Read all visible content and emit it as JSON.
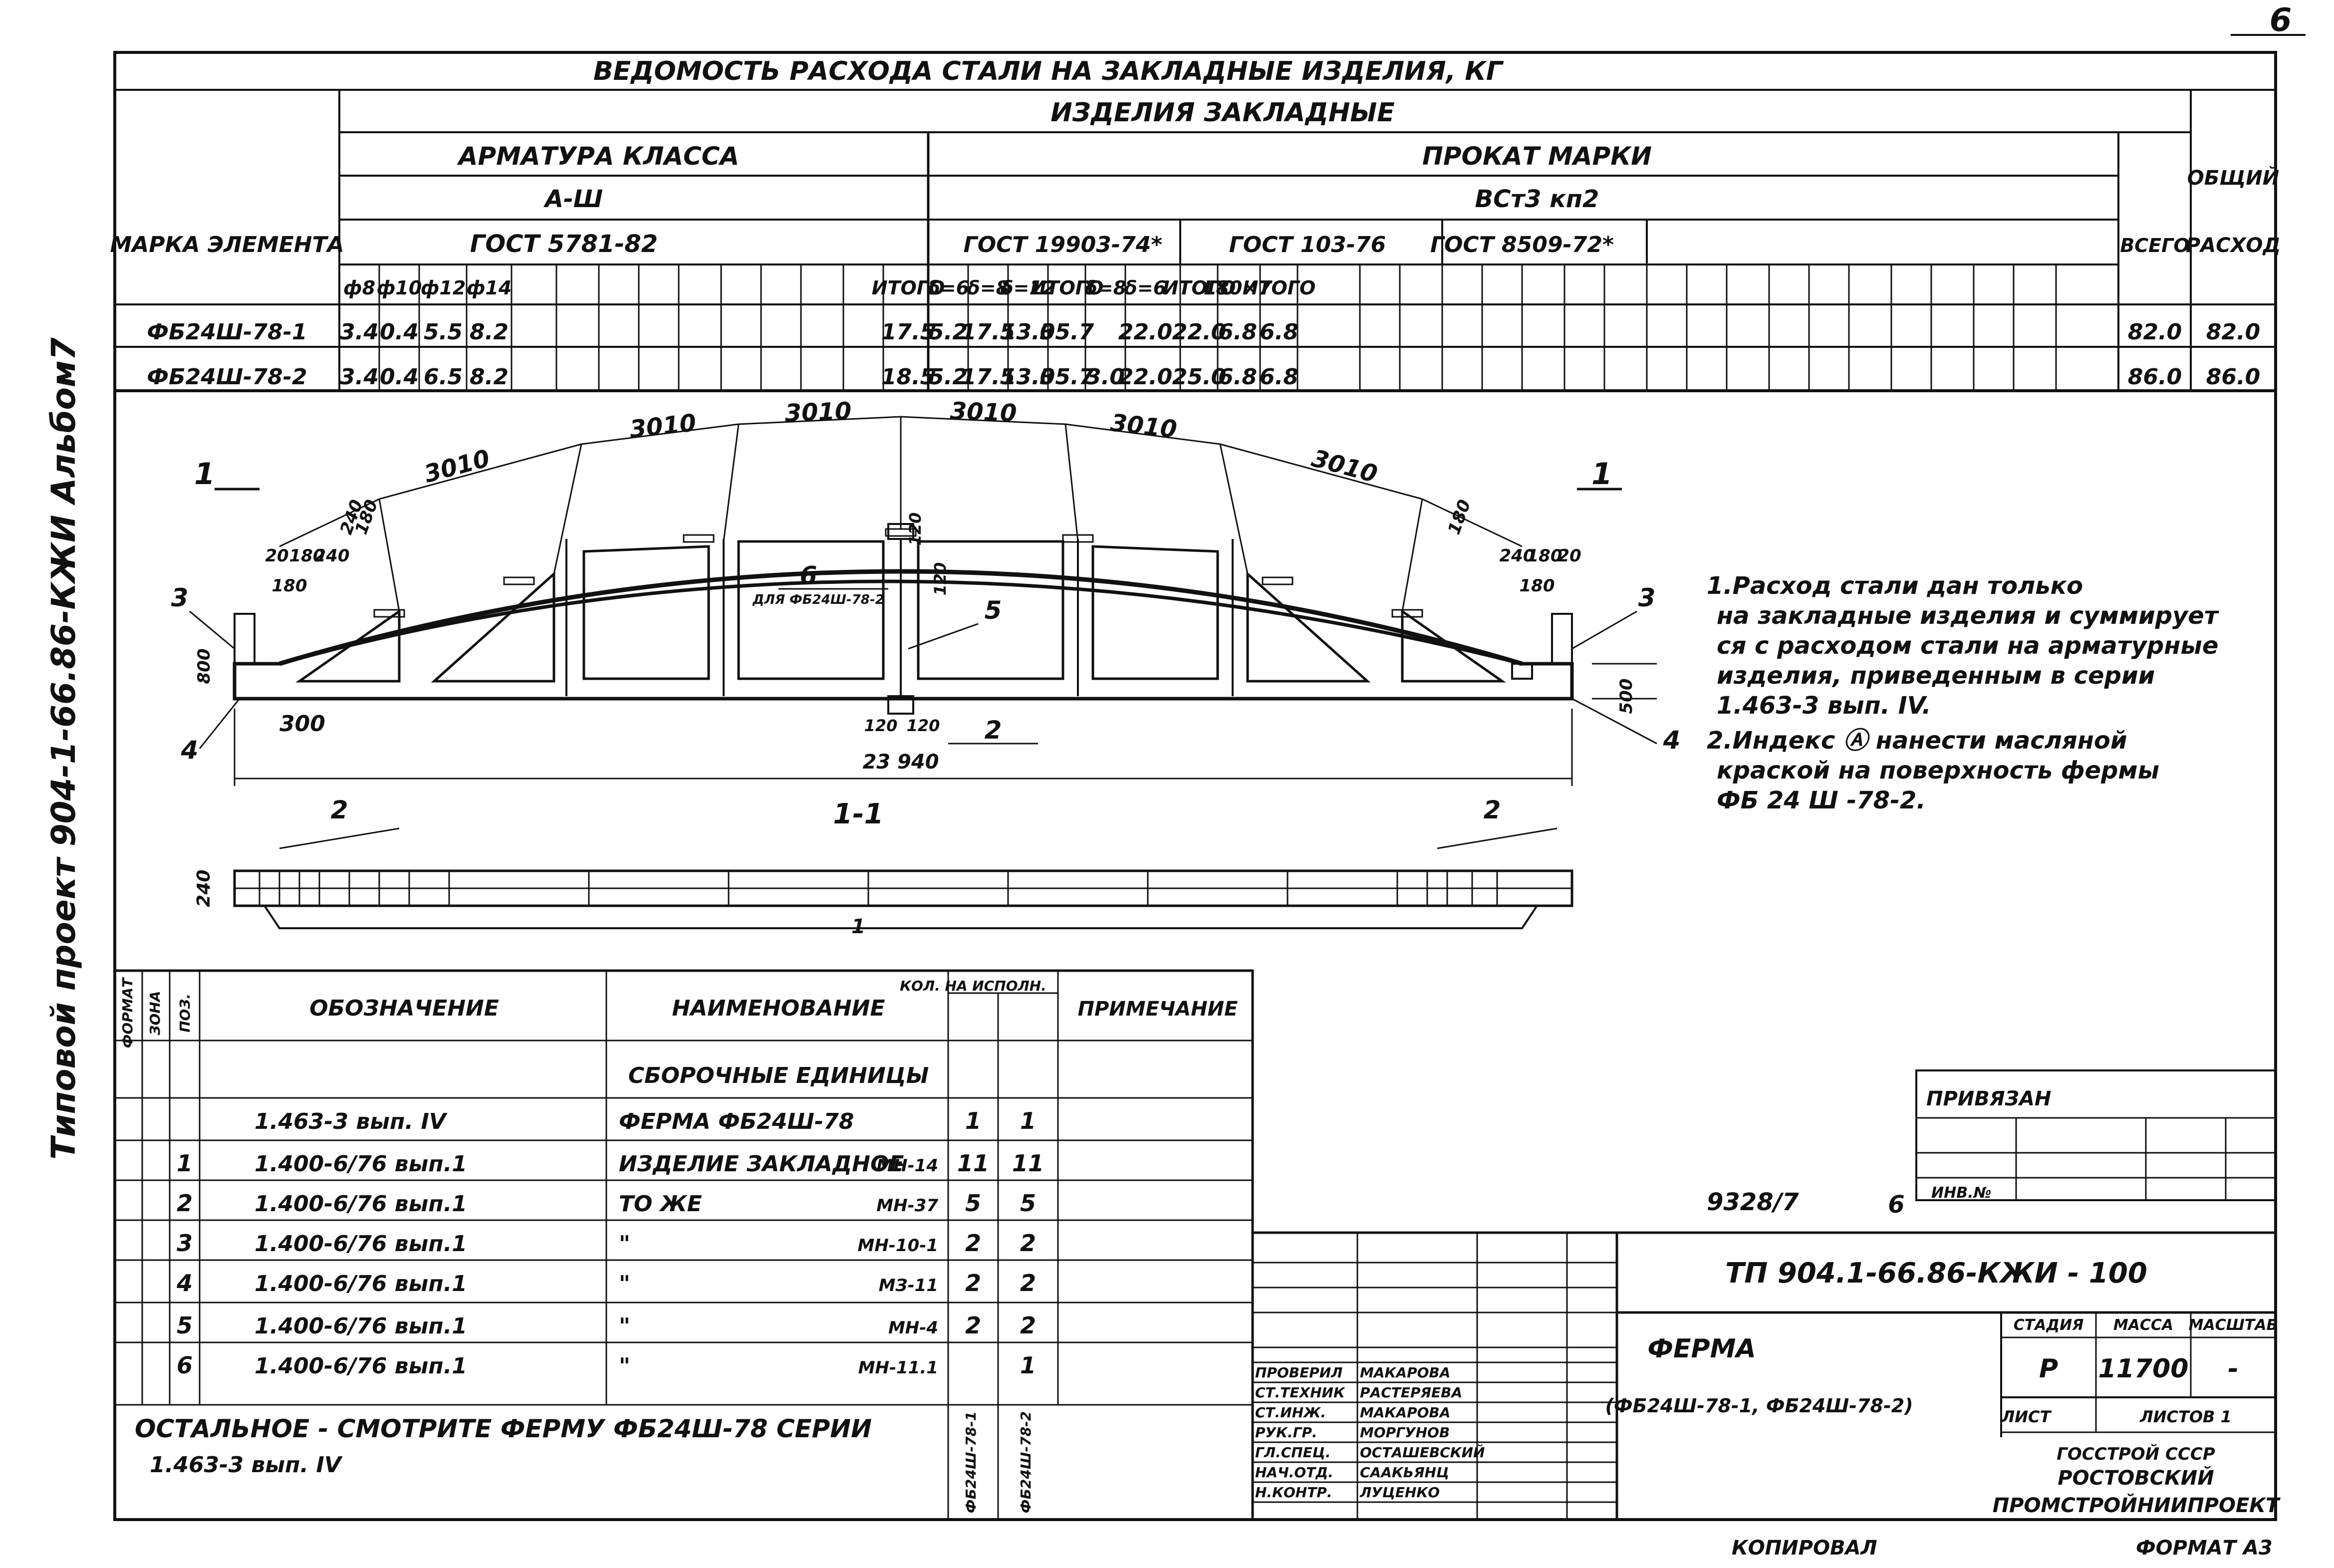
{
  "sheet_number": "6",
  "side_stamp": "Типовой проект 904-1-66.86-КЖИ Альбом7",
  "steel_table": {
    "title": "ВЕДОМОСТЬ РАСХОДА СТАЛИ НА ЗАКЛАДНЫЕ ИЗДЕЛИЯ, КГ",
    "group": "ИЗДЕЛИЯ ЗАКЛАДНЫЕ",
    "rebar_title": "АРМАТУРА КЛАССА",
    "rebar_class": "А-Ш",
    "rebar_gost": "ГОСТ 5781-82",
    "rolled_title": "ПРОКАТ МАРКИ",
    "rolled_grade": "ВСт3 кп2",
    "gost_a": "ГОСТ 19903-74*",
    "gost_b": "ГОСТ 103-76",
    "gost_c": "ГОСТ 8509-72*",
    "element_header": "МАРКА ЭЛЕМЕНТА",
    "total_header": "ВСЕГО",
    "grand_header_1": "ОБЩИЙ",
    "grand_header_2": "РАСХОД",
    "sub_headers": [
      "ф8",
      "ф10",
      "ф12",
      "ф14",
      "ИТОГО",
      "δ=6",
      "δ=8",
      "δ=12",
      "ИТОГО",
      "δ=8",
      "δ=6",
      "ИТОГО",
      "L80×7",
      "ИТОГО"
    ],
    "rows": [
      {
        "mark": "ФБ24Ш-78-1",
        "d8": "3.4",
        "d10": "0.4",
        "d12": "5.5",
        "d14": "8.2",
        "rebar_total": "17.5",
        "a6": "5.2",
        "a8": "17.5",
        "a12": "13.0",
        "a_total": "35.7",
        "b8": "",
        "b6": "22.0",
        "b_total": "22.0",
        "angle": "6.8",
        "c_total": "6.8",
        "total": "82.0",
        "grand": "82.0"
      },
      {
        "mark": "ФБ24Ш-78-2",
        "d8": "3.4",
        "d10": "0.4",
        "d12": "6.5",
        "d14": "8.2",
        "rebar_total": "18.5",
        "a6": "5.2",
        "a8": "17.5",
        "a12": "13.0",
        "a_total": "35.7",
        "b8": "3.0",
        "b6": "22.0",
        "b_total": "25.0",
        "angle": "6.8",
        "c_total": "6.8",
        "total": "86.0",
        "grand": "86.0"
      }
    ]
  },
  "drawing": {
    "dim_top": [
      "3010",
      "3010",
      "3010",
      "3010",
      "3010",
      "3010"
    ],
    "dim_left_small": [
      "20",
      "180",
      "240",
      "240",
      "180",
      "180",
      "800",
      "300"
    ],
    "dim_right_small": [
      "240",
      "180",
      "20",
      "180",
      "500"
    ],
    "span": "23 940",
    "center_dims": [
      "120",
      "120",
      "120",
      "120"
    ],
    "callouts": [
      "1",
      "1",
      "2",
      "2",
      "3",
      "3",
      "4",
      "4",
      "5",
      "6"
    ],
    "note_fb2": "ДЛЯ ФБ24Ш-78-2",
    "section_label": "1-1",
    "section_depth": "240",
    "cut_mark": "1"
  },
  "notes": [
    "1.Расход стали дан только",
    "на закладные изделия и суммирует",
    "ся с расходом стали на арматурные",
    "изделия, приведенным в серии",
    "1.463-3 вып. IV.",
    "2.Индекс Ⓐ нанести масляной",
    "краской на поверхность фермы",
    "ФБ 24 Ш -78-2."
  ],
  "spec": {
    "headers": {
      "format": "ФОРМАТ",
      "zone": "ЗОНА",
      "pos": "ПОЗ.",
      "designation": "ОБОЗНАЧЕНИЕ",
      "name": "НАИМЕНОВАНИЕ",
      "qty": "КОЛ. НА ИСПОЛН.",
      "note": "ПРИМЕЧАНИЕ"
    },
    "section_title": "СБОРОЧНЫЕ ЕДИНИЦЫ",
    "rows": [
      {
        "pos": "",
        "designation": "1.463-3 вып. IV",
        "name": "ФЕРМА ФБ24Ш-78",
        "code": "",
        "q1": "1",
        "q2": "1"
      },
      {
        "pos": "1",
        "designation": "1.400-6/76 вып.1",
        "name": "ИЗДЕЛИЕ ЗАКЛАДНОЕ",
        "code": "МН-14",
        "q1": "11",
        "q2": "11"
      },
      {
        "pos": "2",
        "designation": "1.400-6/76 вып.1",
        "name": "ТО ЖЕ",
        "code": "МН-37",
        "q1": "5",
        "q2": "5"
      },
      {
        "pos": "3",
        "designation": "1.400-6/76 вып.1",
        "name": "\"",
        "code": "МН-10-1",
        "q1": "2",
        "q2": "2"
      },
      {
        "pos": "4",
        "designation": "1.400-6/76 вып.1",
        "name": "\"",
        "code": "МЗ-11",
        "q1": "2",
        "q2": "2"
      },
      {
        "pos": "5",
        "designation": "1.400-6/76 вып.1",
        "name": "\"",
        "code": "МН-4",
        "q1": "2",
        "q2": "2"
      },
      {
        "pos": "6",
        "designation": "1.400-6/76 вып.1",
        "name": "\"",
        "code": "МН-11.1",
        "q1": "",
        "q2": "1"
      }
    ],
    "footer_1": "ОСТАЛЬНОЕ - СМОТРИТЕ ФЕРМУ ФБ24Ш-78 СЕРИИ",
    "footer_2": "1.463-3 вып. IV",
    "exec_1": "ФБ24Ш-78-1",
    "exec_2": "ФБ24Ш-78-2"
  },
  "title_block": {
    "privyazan": "ПРИВЯЗАН",
    "inv": "ИНВ.№",
    "inv_value": "9328/7",
    "inv_sheet": "6",
    "doc_code": "ТП 904.1-66.86-КЖИ - 100",
    "item": "ФЕРМА",
    "item_sub": "(ФБ24Ш-78-1, ФБ24Ш-78-2)",
    "stage_h": "СТАДИЯ",
    "mass_h": "МАССА",
    "scale_h": "МАСШТАБ",
    "stage": "Р",
    "mass": "11700",
    "scale": "-",
    "sheet_h": "ЛИСТ",
    "sheets_h": "ЛИСТОВ 1",
    "org_1": "ГОССТРОЙ СССР",
    "org_2": "РОСТОВСКИЙ",
    "org_3": "ПРОМСТРОЙНИИПРОЕКТ",
    "roles": [
      {
        "role": "ПРОВЕРИЛ",
        "name": "МАКАРОВА"
      },
      {
        "role": "СТ.ТЕХНИК",
        "name": "РАСТЕРЯЕВА"
      },
      {
        "role": "СТ.ИНЖ.",
        "name": "МАКАРОВА"
      },
      {
        "role": "РУК.ГР.",
        "name": "МОРГУНОВ"
      },
      {
        "role": "ГЛ.СПЕЦ.",
        "name": "ОСТАШЕВСКИЙ"
      },
      {
        "role": "НАЧ.ОТД.",
        "name": "СААКЬЯНЦ"
      },
      {
        "role": "Н.КОНТР.",
        "name": "ЛУЦЕНКО"
      }
    ],
    "copied": "КОПИРОВАЛ",
    "format": "ФОРМАТ А3"
  }
}
